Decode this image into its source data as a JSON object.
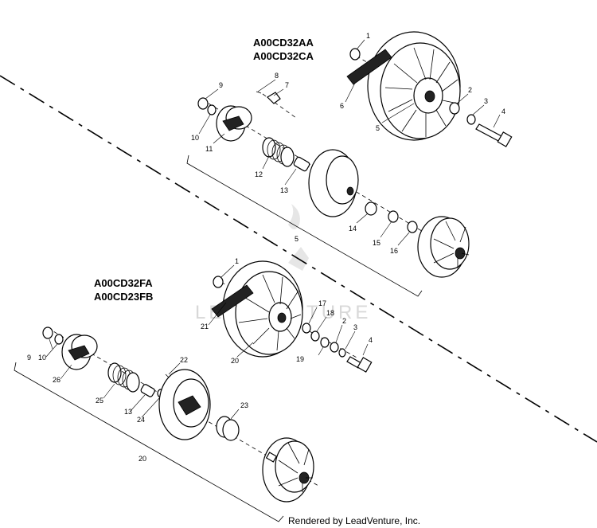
{
  "upper_assembly": {
    "models": [
      "A00CD32AA",
      "A00CD32CA"
    ],
    "callouts": [
      "1",
      "2",
      "3",
      "4",
      "5",
      "6",
      "7",
      "8",
      "9",
      "10",
      "11",
      "12",
      "13",
      "14",
      "15",
      "16",
      "5"
    ]
  },
  "lower_assembly": {
    "models": [
      "A00CD32FA",
      "A00CD23FB"
    ],
    "callouts": [
      "1",
      "21",
      "17",
      "18",
      "2",
      "3",
      "4",
      "19",
      "20",
      "22",
      "9",
      "10",
      "26",
      "25",
      "13",
      "24",
      "23",
      "20"
    ]
  },
  "watermark": "LEADVENTURE",
  "credit": "Rendered by LeadVenture, Inc."
}
